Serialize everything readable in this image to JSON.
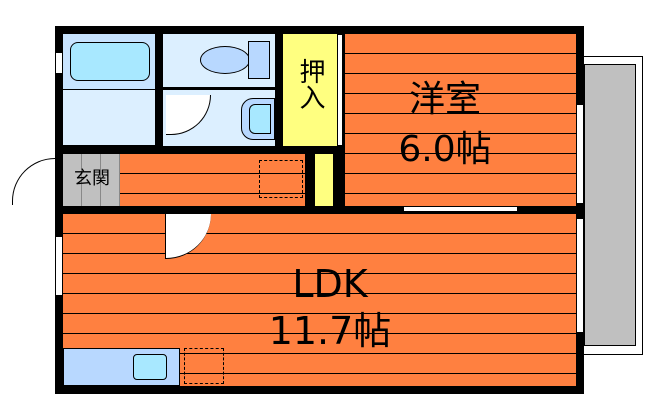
{
  "rooms": {
    "western": {
      "name": "洋室",
      "size": "6.0帖"
    },
    "ldk": {
      "name": "LDK",
      "size": "11.7帖"
    },
    "closet": {
      "name": "押入"
    },
    "entrance": {
      "name": "玄関"
    }
  },
  "colors": {
    "floor": "#ff8040",
    "closet": "#ffff80",
    "wet": "#dcefff",
    "balcony": "#c0c0c0",
    "entrance": "#c0c0c0"
  }
}
